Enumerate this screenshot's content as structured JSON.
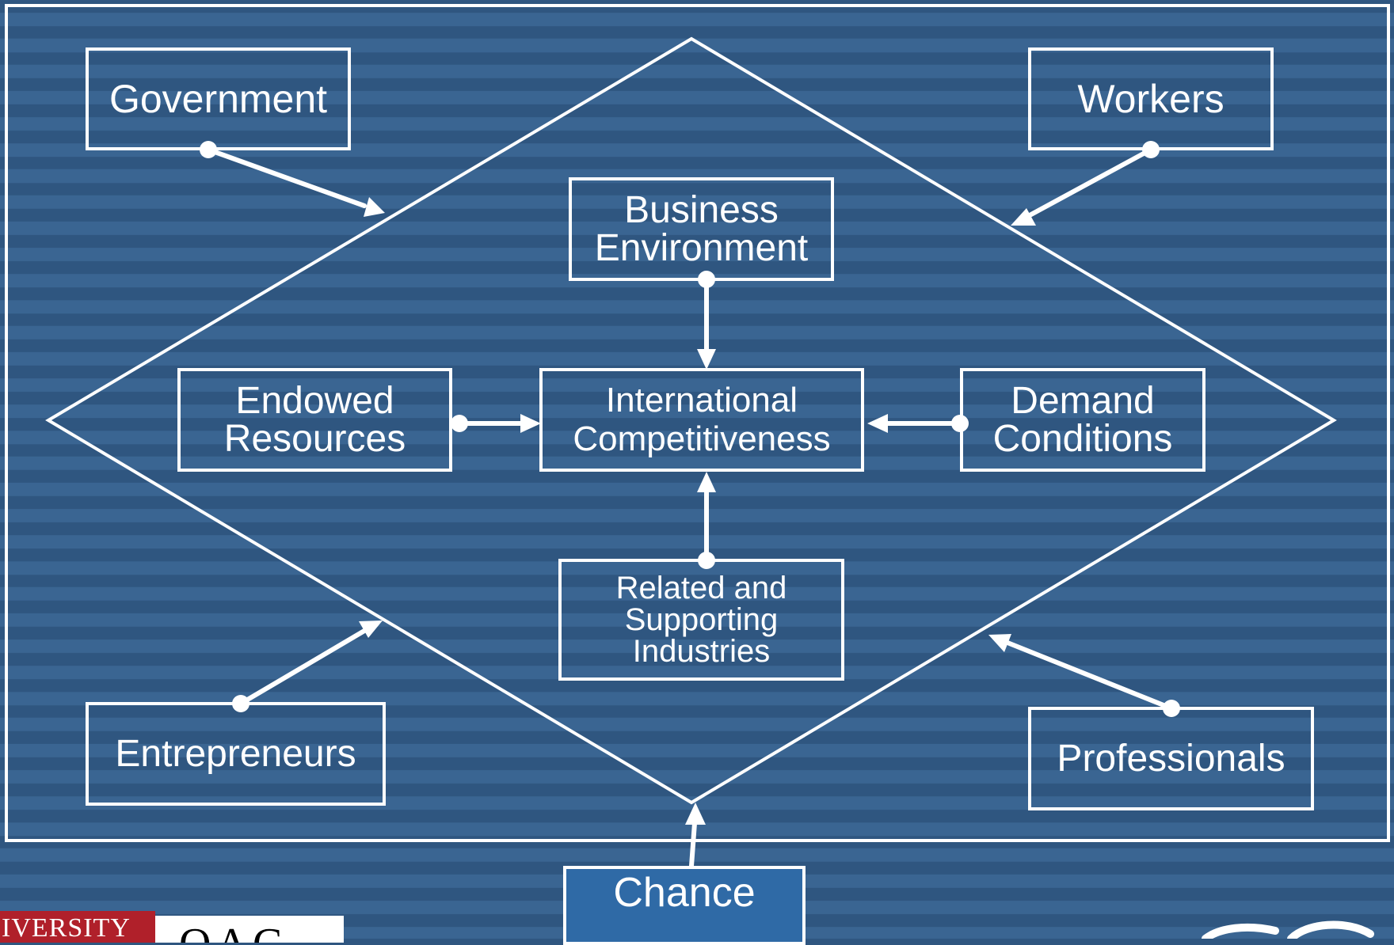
{
  "diagram": {
    "center": {
      "label": "International\nCompetitiveness"
    },
    "top": {
      "label": "Business\nEnvironment"
    },
    "left": {
      "label": "Endowed\nResources"
    },
    "right": {
      "label": "Demand\nConditions"
    },
    "bottom": {
      "label": "Related and\nSupporting\nIndustries"
    },
    "government": {
      "label": "Government"
    },
    "workers": {
      "label": "Workers"
    },
    "entrepreneurs": {
      "label": "Entrepreneurs"
    },
    "professionals": {
      "label": "Professionals"
    },
    "chance": {
      "label": "Chance"
    }
  },
  "footer": {
    "logo_left_text": "IVERSITY",
    "logo_right_text": "OAC"
  },
  "colors": {
    "background_stripe_dark": "#2f5680",
    "background_stripe_light": "#3a6592",
    "chance_box_fill": "#2f6aa6",
    "logo_red": "#b0202a",
    "line": "#ffffff"
  }
}
